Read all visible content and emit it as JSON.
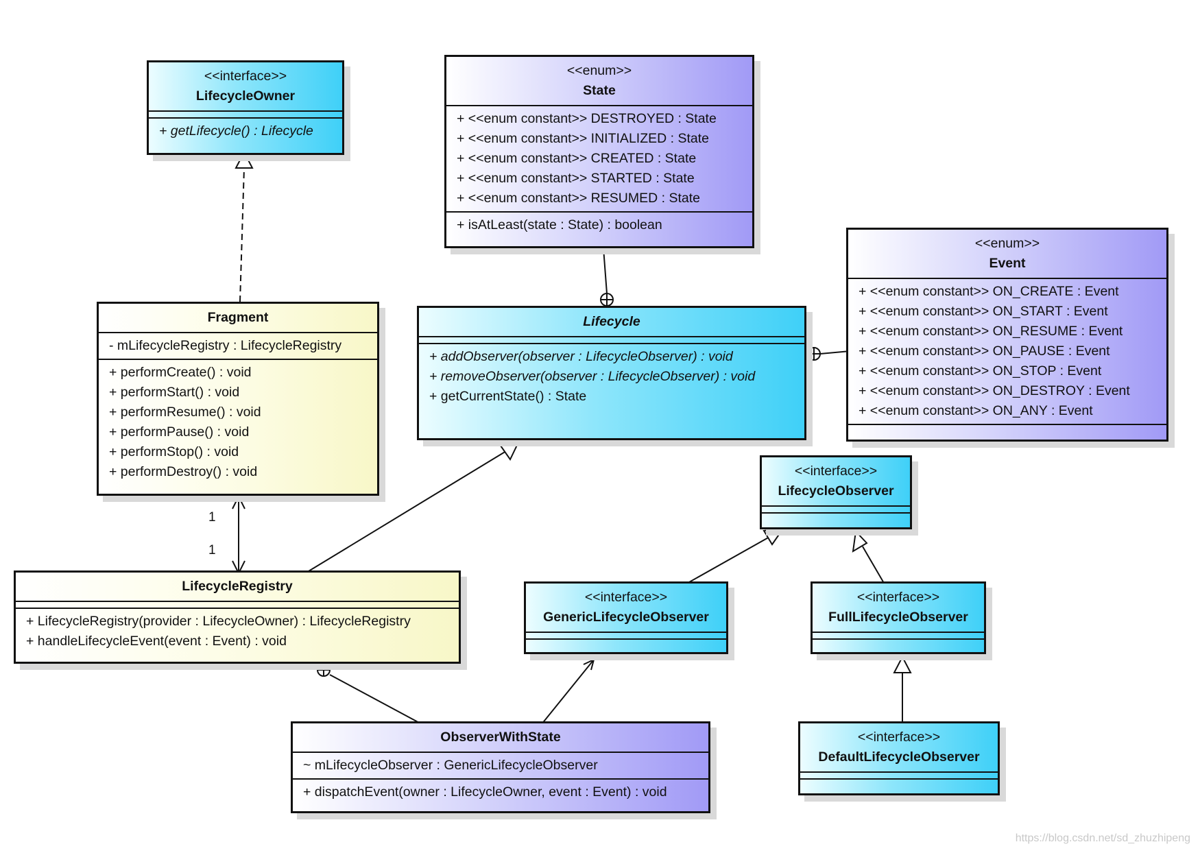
{
  "classes": {
    "lifecycle_owner": {
      "stereotype": "<<interface>>",
      "name": "LifecycleOwner",
      "operations": [
        "+ getLifecycle() : Lifecycle"
      ]
    },
    "state": {
      "stereotype": "<<enum>>",
      "name": "State",
      "attributes": [
        "+ <<enum constant>> DESTROYED : State",
        "+ <<enum constant>> INITIALIZED : State",
        "+ <<enum constant>> CREATED : State",
        "+ <<enum constant>> STARTED : State",
        "+ <<enum constant>> RESUMED : State"
      ],
      "operations": [
        "+ isAtLeast(state : State) : boolean"
      ]
    },
    "event": {
      "stereotype": "<<enum>>",
      "name": "Event",
      "attributes": [
        "+ <<enum constant>> ON_CREATE : Event",
        "+ <<enum constant>> ON_START : Event",
        "+ <<enum constant>> ON_RESUME : Event",
        "+ <<enum constant>> ON_PAUSE : Event",
        "+ <<enum constant>> ON_STOP : Event",
        "+ <<enum constant>> ON_DESTROY : Event",
        "+ <<enum constant>> ON_ANY : Event"
      ]
    },
    "fragment": {
      "name": "Fragment",
      "attributes": [
        "- mLifecycleRegistry : LifecycleRegistry"
      ],
      "operations": [
        "+ performCreate() : void",
        "+ performStart() : void",
        "+ performResume() : void",
        "+ performPause() : void",
        "+ performStop() : void",
        "+ performDestroy() : void"
      ]
    },
    "lifecycle": {
      "name": "Lifecycle",
      "operations": [
        "+ addObserver(observer : LifecycleObserver) : void",
        "+ removeObserver(observer : LifecycleObserver) : void",
        "+ getCurrentState() : State"
      ]
    },
    "lifecycle_registry": {
      "name": "LifecycleRegistry",
      "operations": [
        "+ LifecycleRegistry(provider : LifecycleOwner) : LifecycleRegistry",
        "+ handleLifecycleEvent(event : Event) : void"
      ]
    },
    "lifecycle_observer": {
      "stereotype": "<<interface>>",
      "name": "LifecycleObserver"
    },
    "generic_lifecycle_observer": {
      "stereotype": "<<interface>>",
      "name": "GenericLifecycleObserver"
    },
    "full_lifecycle_observer": {
      "stereotype": "<<interface>>",
      "name": "FullLifecycleObserver"
    },
    "observer_with_state": {
      "name": "ObserverWithState",
      "attributes": [
        "~ mLifecycleObserver : GenericLifecycleObserver"
      ],
      "operations": [
        "+ dispatchEvent(owner : LifecycleOwner, event : Event) : void"
      ]
    },
    "default_lifecycle_observer": {
      "stereotype": "<<interface>>",
      "name": "DefaultLifecycleObserver"
    }
  },
  "multiplicities": {
    "fragment_end": "1",
    "registry_end": "1"
  },
  "watermark": "https://blog.csdn.net/sd_zhuzhipeng"
}
